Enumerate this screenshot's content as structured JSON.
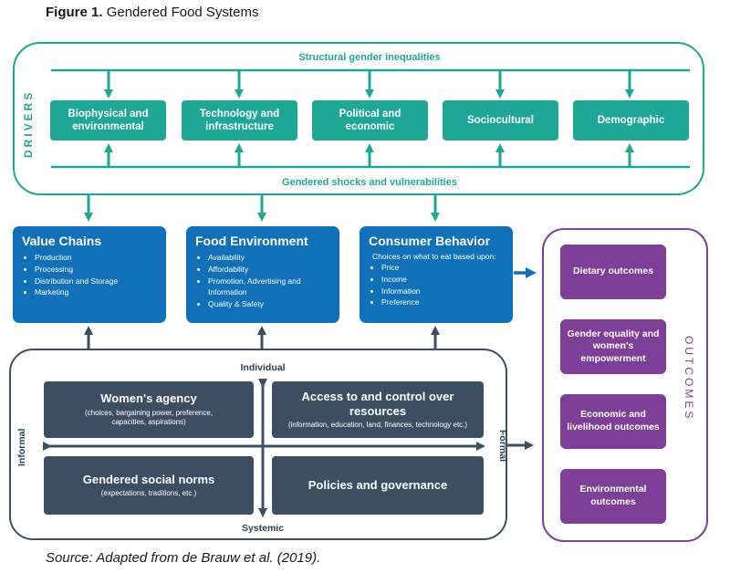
{
  "figure": {
    "label": "Figure 1.",
    "title": "Gendered Food Systems"
  },
  "drivers": {
    "side_label": "DRIVERS",
    "top_label": "Structural gender inequalities",
    "bottom_label": "Gendered shocks and vulnerabilities",
    "boxes": [
      "Biophysical and environmental",
      "Technology and infrastructure",
      "Political and economic",
      "Sociocultural",
      "Demographic"
    ]
  },
  "value_chains": {
    "title": "Value Chains",
    "items": [
      "Production",
      "Processing",
      "Distribution and Storage",
      "Marketing"
    ]
  },
  "food_environment": {
    "title": "Food Environment",
    "items": [
      "Availability",
      "Affordability",
      "Promotion, Advertising and Information",
      "Quality & Safety"
    ]
  },
  "consumer_behavior": {
    "title": "Consumer Behavior",
    "subtitle": "Choices on what to eat based upon:",
    "items": [
      "Price",
      "Income",
      "Information",
      "Preference"
    ]
  },
  "outcomes": {
    "side_label": "OUTCOMES",
    "boxes": [
      "Dietary outcomes",
      "Gender equality and women's empowerment",
      "Economic and livelihood outcomes",
      "Environmental outcomes"
    ]
  },
  "quadrant": {
    "top_label": "Individual",
    "bottom_label": "Systemic",
    "left_label": "Informal",
    "right_label": "Formal",
    "womens_agency": {
      "title": "Women's agency",
      "subtitle": "(choices, bargaining power, preference, capacities, aspirations)"
    },
    "access_control": {
      "title": "Access to and control over resources",
      "subtitle": "(information, education, land, finances, technology etc.)"
    },
    "social_norms": {
      "title": "Gendered social norms",
      "subtitle": "(expectations, traditions, etc.)"
    },
    "policies": {
      "title": "Policies and governance"
    }
  },
  "source": "Source: Adapted from de Brauw et al. (2019).",
  "colors": {
    "teal": "#1ea795",
    "blue": "#1070b8",
    "purple": "#7d3f98",
    "slate": "#3c4e62"
  }
}
